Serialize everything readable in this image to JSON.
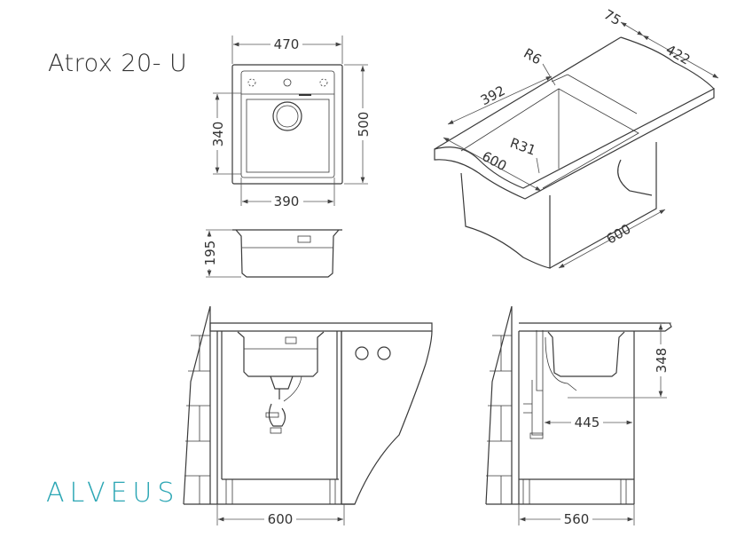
{
  "title": "Atrox 20- U",
  "brand": "ALVEUS",
  "brand_color": "#2ba6b4",
  "dimensions": {
    "top_width": "470",
    "top_depth": "500",
    "bowl_depth": "340",
    "bowl_width": "390",
    "bowl_height": "195",
    "iso_back": "75",
    "iso_right": "422",
    "iso_corner_radius": "R6",
    "iso_bowl_length": "392",
    "iso_bowl_radius": "R31",
    "iso_front": "600",
    "iso_cabinet": "600",
    "front_cabinet": "600",
    "side_height": "348",
    "side_drain": "445",
    "side_cabinet": "560"
  }
}
